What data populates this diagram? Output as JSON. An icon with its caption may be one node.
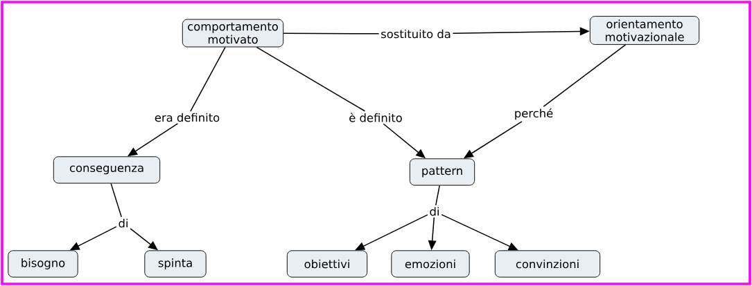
{
  "diagram": {
    "nodes": [
      {
        "text": [
          "comportamento motivato"
        ]
      },
      {
        "text": [
          "sostituito da"
        ]
      },
      {
        "text": [
          "orientamento motivazionale"
        ]
      },
      {
        "text": [
          "era definito"
        ]
      },
      {
        "text": [
          "è definito"
        ]
      },
      {
        "text": [
          "perché"
        ]
      },
      {
        "text": [
          "conseguenza"
        ]
      },
      {
        "text": [
          "pattern"
        ]
      },
      {
        "text": [
          "di"
        ]
      },
      {
        "text": [
          "di"
        ]
      },
      {
        "text": [
          "bisogno"
        ]
      },
      {
        "text": [
          "spinta"
        ]
      },
      {
        "text": [
          "obiettivi"
        ]
      },
      {
        "text": [
          "emozioni"
        ]
      },
      {
        "text": [
          "convinzioni"
        ]
      }
    ],
    "edges": [
      {
        "from": 0,
        "to": 1,
        "arrow": "none"
      },
      {
        "from": 1,
        "to": 2,
        "arrow": "to"
      },
      {
        "from": 0,
        "to": 3,
        "arrow": "none"
      },
      {
        "from": 3,
        "to": 6,
        "arrow": "to"
      },
      {
        "from": 0,
        "to": 4,
        "arrow": "none"
      },
      {
        "from": 4,
        "to": 7,
        "arrow": "to"
      },
      {
        "from": 2,
        "to": 5,
        "arrow": "none"
      },
      {
        "from": 5,
        "to": 7,
        "arrow": "to"
      },
      {
        "from": 6,
        "to": 8,
        "arrow": "none"
      },
      {
        "from": 8,
        "to": 10,
        "arrow": "to"
      },
      {
        "from": 8,
        "to": 11,
        "arrow": "to"
      },
      {
        "from": 7,
        "to": 9,
        "arrow": "none"
      },
      {
        "from": 9,
        "to": 12,
        "arrow": "to"
      },
      {
        "from": 9,
        "to": 13,
        "arrow": "to"
      },
      {
        "from": 9,
        "to": 14,
        "arrow": "to"
      }
    ]
  }
}
